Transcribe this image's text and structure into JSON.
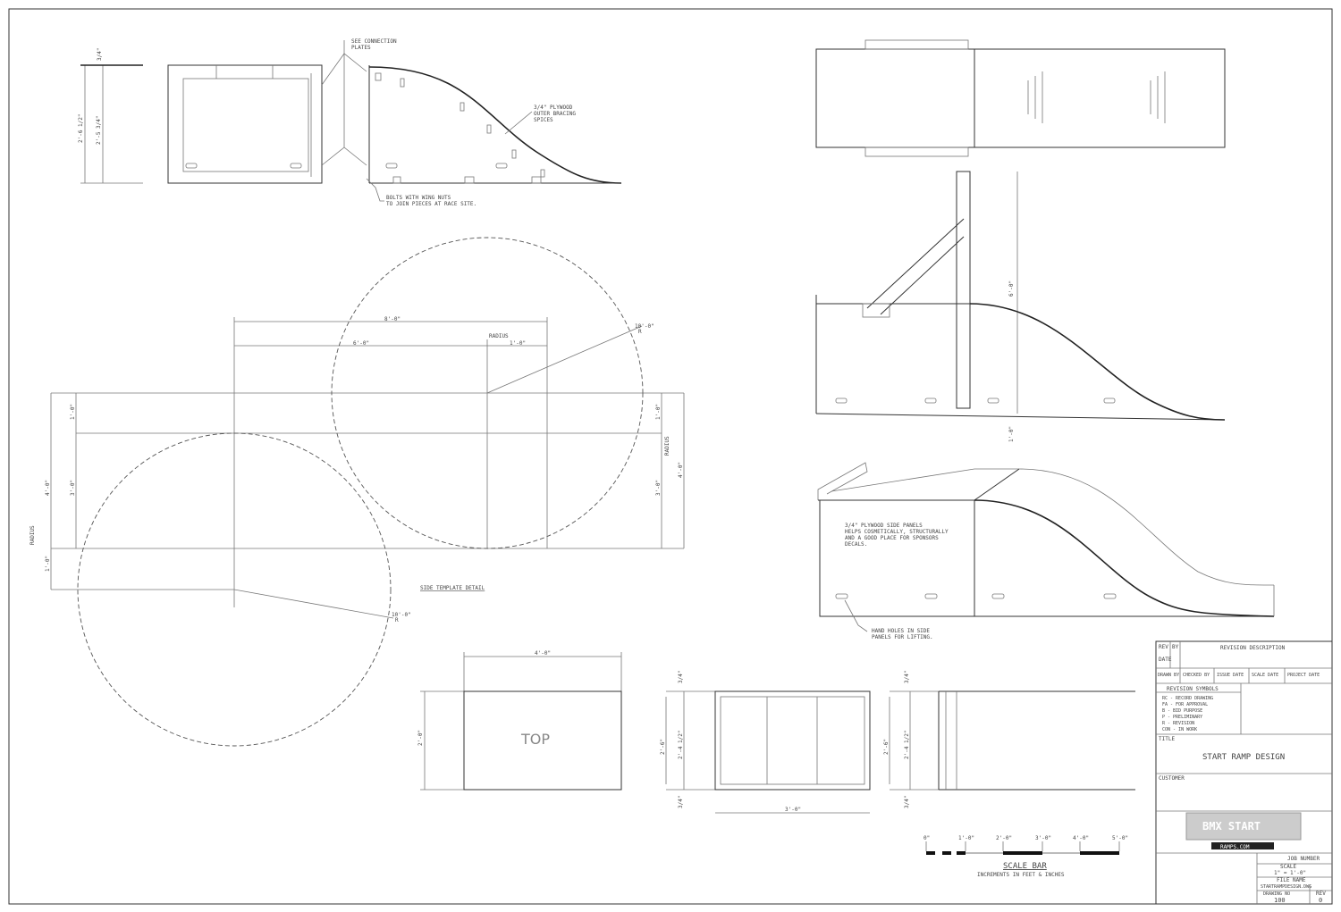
{
  "top_left_view": {
    "dim_top": "3/4\"",
    "dim_outer": "2'-6 1/2\"",
    "dim_inner": "2'-5 3/4\"",
    "note_connection": [
      "SEE CONNECTION",
      "PLATES"
    ],
    "note_bracing": [
      "3/4\" PLYWOOD",
      "OUTER BRACING",
      "SPICES"
    ],
    "note_bolts": [
      "BOLTS WITH WING NUTS",
      "TO JOIN PIECES AT RACE SITE."
    ]
  },
  "side_template": {
    "title": "SIDE TEMPLATE DETAIL",
    "dim_top_overall": "8'-0\"",
    "dim_top_left": "6'-0\"",
    "dim_top_right": "1'-0\"",
    "radius_label": "RADIUS",
    "radius_value_top": [
      "10'-0\"",
      "R"
    ],
    "radius_value_bottom": [
      "10'-0\"",
      "R"
    ],
    "dim_left_overall": "4'-0\"",
    "dim_left_upper": "1'-0\"",
    "dim_left_lower": "3'-0\"",
    "dim_left_bottom": "1'-0\"",
    "left_radius": "RADIUS",
    "dim_right_upper": "1'-0\"",
    "dim_right_lower": "3'-0\"",
    "dim_right_overall": "4'-0\"",
    "right_radius": "RADIUS"
  },
  "side_view": {
    "dim_height": "6'-0\"",
    "dim_bottom": "1'-0\""
  },
  "iso_view": {
    "note_panels": [
      "3/4\" PLYWOOD SIDE PANELS",
      "HELPS COSMETICALLY, STRUCTURALLY",
      "AND A GOOD PLACE FOR SPONSORS",
      "DECALS."
    ],
    "note_holes": [
      "HAND HOLES IN SIDE",
      "PANELS FOR LIFTING."
    ]
  },
  "top_view": {
    "label": "TOP",
    "dim_width": "4'-0\"",
    "dim_height": "2'-0\""
  },
  "front_view": {
    "dim_top": "3/4\"",
    "dim_mid_outer": "2'-6\"",
    "dim_mid_inner": "2'-4 1/2\"",
    "dim_bottom": "3/4\"",
    "dim_width": "3'-0\""
  },
  "end_view": {
    "dim_top": "3/4\"",
    "dim_mid_outer": "2'-6\"",
    "dim_mid_inner": "2'-4 1/2\"",
    "dim_bottom": "3/4\""
  },
  "scale_bar": {
    "ticks": [
      "0\"",
      "1'-0\"",
      "2'-0\"",
      "3'-0\"",
      "4'-0\"",
      "5'-0\""
    ],
    "title": "SCALE BAR",
    "subtitle": "INCREMENTS IN FEET & INCHES"
  },
  "title_block": {
    "rev_headers": [
      "REV",
      "BY",
      "DATE"
    ],
    "revision_description": "REVISION DESCRIPTION",
    "row_headers": [
      "DRAWN BY",
      "CHECKED BY",
      "ISSUE DATE",
      "SCALE DATE",
      "PROJECT DATE"
    ],
    "revision_symbols_title": "REVISION SYMBOLS",
    "revision_symbols": [
      "RC - RECORD DRAWING",
      "FA - FOR APPROVAL",
      "B - BID PURPOSE",
      "P - PRELIMINARY",
      "R - REVISION",
      "CON - IN WORK"
    ],
    "title_label": "TITLE",
    "title": "START RAMP DESIGN",
    "customer_label": "CUSTOMER",
    "logo_text": "BMX START",
    "logo_sub": "RAMPS.COM",
    "job_number_label": "JOB NUMBER",
    "scale_label": "SCALE",
    "scale_value": "1\" = 1'-0\"",
    "file_name_label": "FILE NAME",
    "file_name": "STARTRAMPDESIGN.DWG",
    "drawing_number_label": "DRAWING NO",
    "drawing_number": "100",
    "rev_label": "REV",
    "rev_value": "0"
  }
}
